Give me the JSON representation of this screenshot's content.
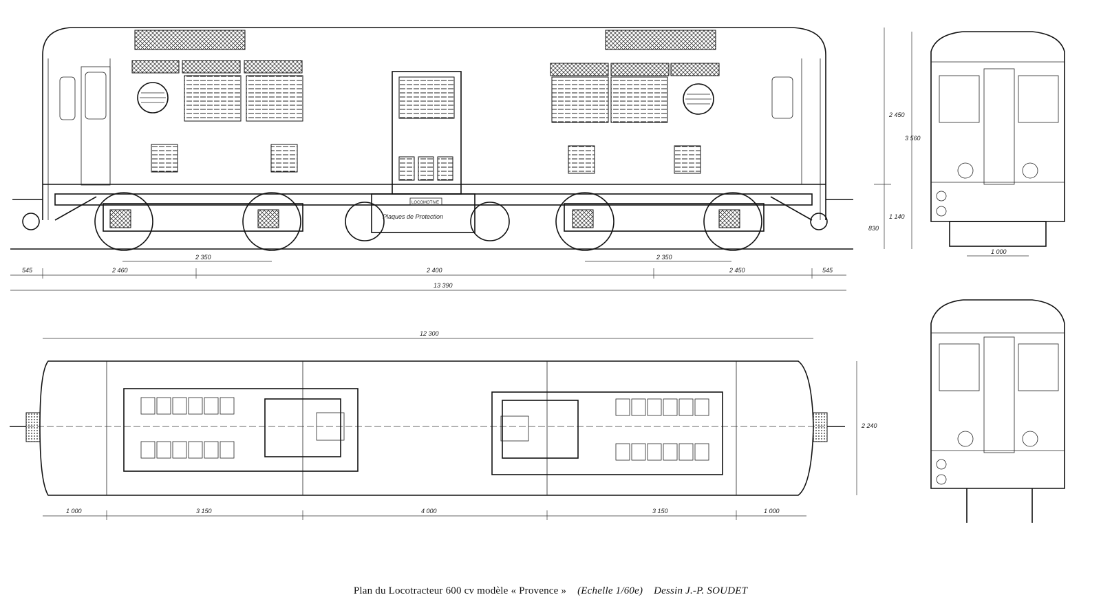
{
  "caption": {
    "title": "Plan du Locotracteur 600 cv modèle « Provence »",
    "scale": "(Echelle 1/60e)",
    "author": "Dessin J.-P. SOUDET"
  },
  "side_view": {
    "plaque_text": "Plaques de Protection",
    "small_plate": "LOCOMOTIVE",
    "dims_row1": [
      "2 350",
      "2 350"
    ],
    "dims_row2": [
      "545",
      "2 460",
      "2 400",
      "2 450",
      "545"
    ],
    "dim_total": "13 390",
    "dims_vertical": [
      "2 450",
      "1 140",
      "830"
    ]
  },
  "plan_view": {
    "dim_top": "12 300",
    "dims_bottom": [
      "1 000",
      "3 150",
      "4 000",
      "3 150",
      "1 000"
    ],
    "dim_width": "2 240"
  },
  "end_view": {
    "dim_height": "3 560",
    "dim_bottom": "1 000"
  }
}
